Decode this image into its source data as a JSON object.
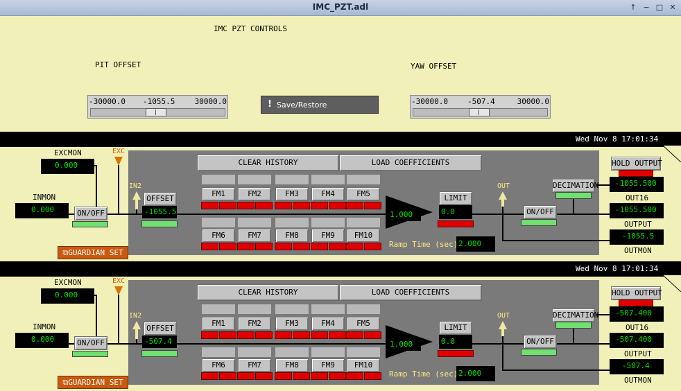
{
  "window": {
    "title": "IMC_PZT.adl",
    "controls": [
      "↑",
      "−",
      "□",
      "✕"
    ]
  },
  "header": {
    "title": "IMC PZT CONTROLS"
  },
  "pit": {
    "label": "PIT OFFSET",
    "min": "-30000.0",
    "value": "-1055.5",
    "max": "30000.0",
    "position": 0.482
  },
  "yaw": {
    "label": "YAW OFFSET",
    "min": "-30000.0",
    "value": "-507.4",
    "max": "30000.0",
    "position": 0.492
  },
  "save_restore": {
    "icon": "!",
    "label": "Save/Restore"
  },
  "filters": [
    {
      "timestamp": "Wed Nov  8 17:01:34",
      "excmon_label": "EXCMON",
      "excmon": "0.000",
      "exc_label": "EXC",
      "inmon_label": "INMON",
      "inmon": "0.000",
      "in2_label": "IN2",
      "input_onoff": "ON/OFF",
      "guardian": "GUARDIAN SET",
      "clear_history": "CLEAR HISTORY",
      "load_coefficients": "LOAD COEFFICIENTS",
      "offset_button": "OFFSET",
      "offset_value": "-1055.5",
      "fm_row1": [
        "FM1",
        "FM2",
        "FM3",
        "FM4",
        "FM5"
      ],
      "fm_row2": [
        "FM6",
        "FM7",
        "FM8",
        "FM9",
        "FM10"
      ],
      "gain": "1.000",
      "limit_button": "LIMIT",
      "limit_value": "0.0",
      "ramp_label": "Ramp Time (sec):",
      "ramp_value": "2.000",
      "out_label": "OUT",
      "output_onoff": "ON/OFF",
      "hold_output": "HOLD OUTPUT",
      "decimation": "DECIMATION",
      "out16": "-1055.500",
      "out16_label": "OUT16",
      "output": "-1055.500",
      "output_label": "OUTPUT",
      "outmon": "-1055.5",
      "outmon_label": "OUTMON"
    },
    {
      "timestamp": "Wed Nov  8 17:01:34",
      "excmon_label": "EXCMON",
      "excmon": "0.000",
      "exc_label": "EXC",
      "inmon_label": "INMON",
      "inmon": "0.000",
      "in2_label": "IN2",
      "input_onoff": "ON/OFF",
      "guardian": "GUARDIAN SET",
      "clear_history": "CLEAR HISTORY",
      "load_coefficients": "LOAD COEFFICIENTS",
      "offset_button": "OFFSET",
      "offset_value": "-507.4",
      "fm_row1": [
        "FM1",
        "FM2",
        "FM3",
        "FM4",
        "FM5"
      ],
      "fm_row2": [
        "FM6",
        "FM7",
        "FM8",
        "FM9",
        "FM10"
      ],
      "gain": "1.000",
      "limit_button": "LIMIT",
      "limit_value": "0.0",
      "ramp_label": "Ramp Time (sec):",
      "ramp_value": "2.000",
      "out_label": "OUT",
      "output_onoff": "ON/OFF",
      "hold_output": "HOLD OUTPUT",
      "decimation": "DECIMATION",
      "out16": "-507.400",
      "out16_label": "OUT16",
      "output": "-507.400",
      "output_label": "OUTPUT",
      "outmon": "-507.4",
      "outmon_label": "OUTMON"
    }
  ]
}
